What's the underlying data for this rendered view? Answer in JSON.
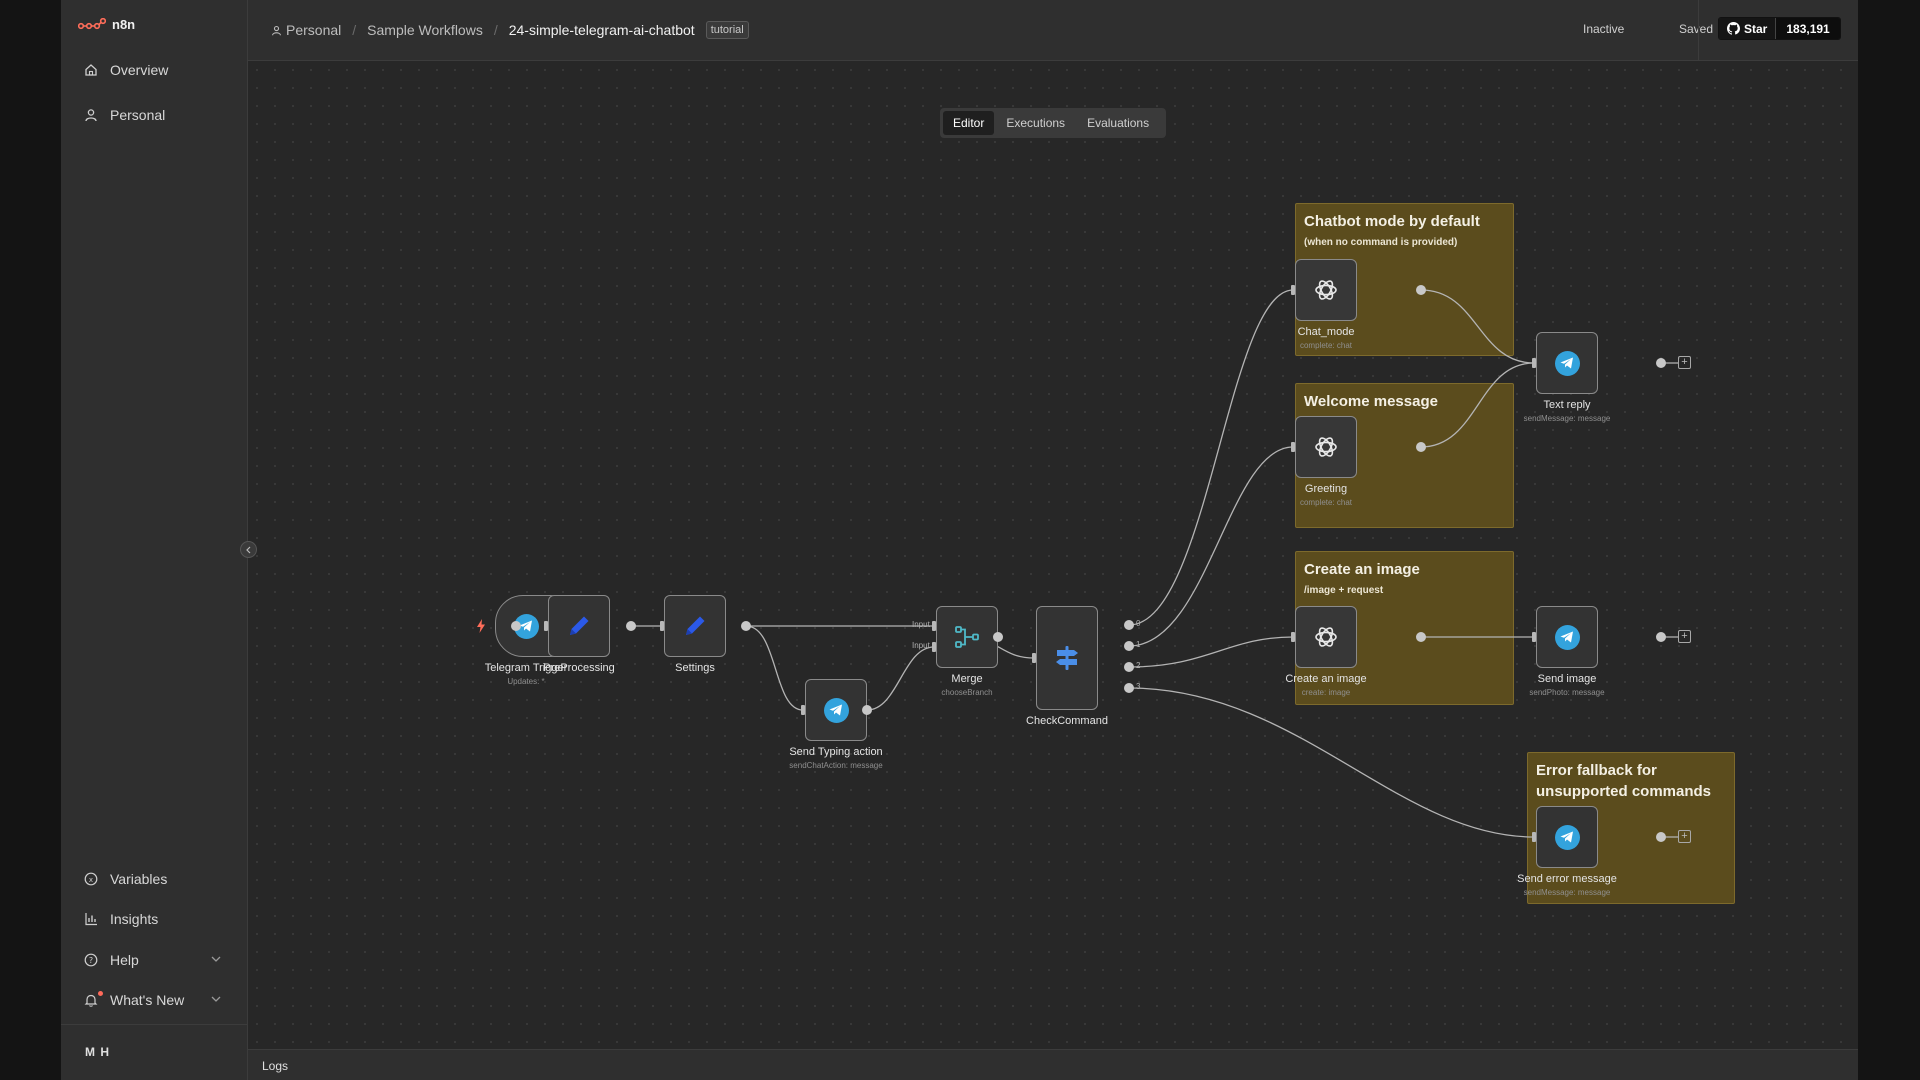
{
  "app": {
    "logo_text": "n8n"
  },
  "sidebar": {
    "top_items": [
      {
        "label": "Overview",
        "icon": "home-icon"
      },
      {
        "label": "Personal",
        "icon": "user-icon"
      }
    ],
    "bottom_items": [
      {
        "label": "Variables",
        "icon": "variables-icon"
      },
      {
        "label": "Insights",
        "icon": "insights-icon"
      },
      {
        "label": "Help",
        "icon": "help-icon"
      },
      {
        "label": "What's New",
        "icon": "bell-icon"
      }
    ],
    "user_initials": "M H"
  },
  "header": {
    "breadcrumbs": [
      "Personal",
      "Sample Workflows",
      "24-simple-telegram-ai-chatbot"
    ],
    "tag": "tutorial",
    "status_active": "Inactive",
    "status_saved": "Saved",
    "github_star": "Star",
    "github_count": "183,191"
  },
  "tabs": [
    "Editor",
    "Executions",
    "Evaluations"
  ],
  "stickies": {
    "chatbot": {
      "title": "Chatbot mode by default",
      "subtitle": "(when no command is provided)"
    },
    "welcome": {
      "title": "Welcome message",
      "subtitle": "/start"
    },
    "image": {
      "title": "Create an image",
      "subtitle": "/image + request"
    },
    "error": {
      "title": "Error fallback for unsupported commands",
      "subtitle": ""
    }
  },
  "nodes": {
    "telegram_trigger": {
      "name": "Telegram Trigger",
      "sub": "Updates: *"
    },
    "preprocessing": {
      "name": "PreProcessing",
      "sub": ""
    },
    "settings": {
      "name": "Settings",
      "sub": ""
    },
    "send_typing": {
      "name": "Send Typing action",
      "sub": "sendChatAction: message"
    },
    "merge": {
      "name": "Merge",
      "sub": "chooseBranch",
      "input1": "Input 1",
      "input2": "Input 2"
    },
    "check_command": {
      "name": "CheckCommand",
      "sub": "",
      "outputs": [
        "0",
        "1",
        "2",
        "3"
      ]
    },
    "chat_mode": {
      "name": "Chat_mode",
      "sub": "complete: chat"
    },
    "greeting": {
      "name": "Greeting",
      "sub": "complete: chat"
    },
    "create_image": {
      "name": "Create an image",
      "sub": "create: image"
    },
    "text_reply": {
      "name": "Text reply",
      "sub": "sendMessage: message"
    },
    "send_image": {
      "name": "Send image",
      "sub": "sendPhoto: message"
    },
    "send_error": {
      "name": "Send error message",
      "sub": "sendMessage: message"
    }
  },
  "logs": {
    "label": "Logs"
  },
  "colors": {
    "sticky_bg": "#5b4c1d",
    "telegram": "#33a3dd",
    "accent": "#ff6d5a",
    "switch": "#4a8ee8"
  }
}
